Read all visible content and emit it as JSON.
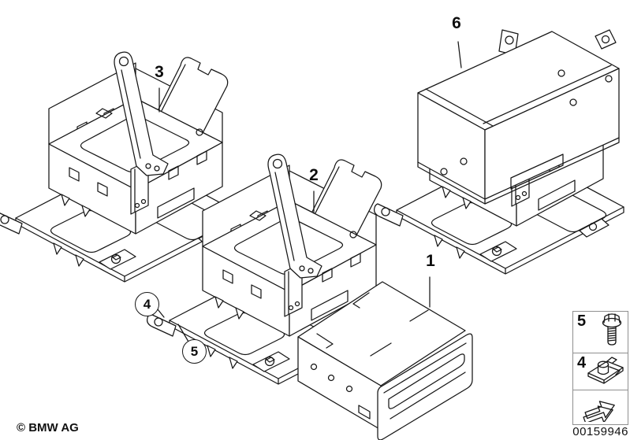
{
  "drawing": {
    "description": "Exploded parts diagram: navigation/CD-changer bracket assemblies",
    "line_color": "#161616",
    "background": "#ffffff"
  },
  "callouts": {
    "part1": {
      "label": "1"
    },
    "part2": {
      "label": "2"
    },
    "part3": {
      "label": "3"
    },
    "part4": {
      "label": "4",
      "shape": "circled"
    },
    "part5": {
      "label": "5",
      "shape": "circled"
    },
    "part6": {
      "label": "6"
    }
  },
  "legend": {
    "rows": [
      {
        "label": "5",
        "icon": "hex-bolt-icon"
      },
      {
        "label": "4",
        "icon": "cage-nut-icon"
      },
      {
        "label": "",
        "icon": "direction-arrow-icon"
      }
    ]
  },
  "footer": {
    "copyright": "© BMW AG",
    "image_number": "00159946"
  }
}
